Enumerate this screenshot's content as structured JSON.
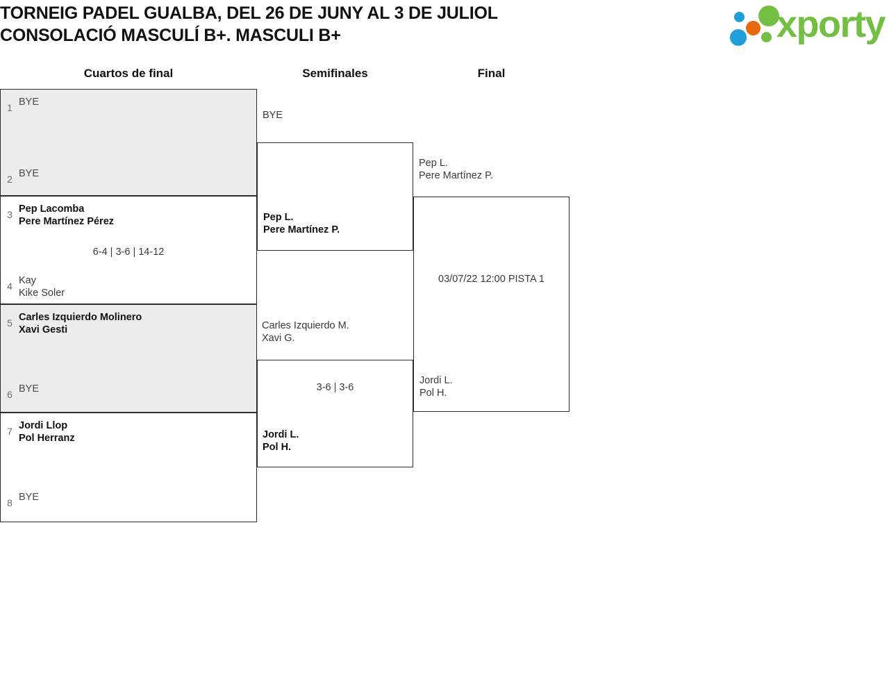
{
  "header": {
    "title_line_1": "TORNEIG PADEL GUALBA, DEL 26 DE JUNY AL 3 DE JULIOL",
    "title_line_2": "CONSOLACIÓ MASCULÍ B+. MASCULI B+",
    "logo": {
      "wordmark": "xporty",
      "colors": {
        "green": "#72bf44",
        "blue": "#1f9ed9",
        "orange": "#e8690b"
      }
    }
  },
  "rounds": [
    {
      "label": "Cuartos de final"
    },
    {
      "label": "Semifinales"
    },
    {
      "label": "Final"
    }
  ],
  "bracket": {
    "quarterfinals": [
      {
        "top": {
          "seed": "1",
          "line1": "BYE",
          "line2": "",
          "winner": false,
          "bye": true
        },
        "bottom": {
          "seed": "2",
          "line1": "BYE",
          "line2": "",
          "winner": false,
          "bye": true
        },
        "score": ""
      },
      {
        "top": {
          "seed": "3",
          "line1": "Pep Lacomba",
          "line2": "Pere Martínez Pérez",
          "winner": true,
          "bye": false
        },
        "bottom": {
          "seed": "4",
          "line1": "Kay",
          "line2": "Kike Soler",
          "winner": false,
          "bye": false
        },
        "score": "6-4 | 3-6 | 14-12"
      },
      {
        "top": {
          "seed": "5",
          "line1": "Carles Izquierdo Molinero",
          "line2": "Xavi Gesti",
          "winner": true,
          "bye": false
        },
        "bottom": {
          "seed": "6",
          "line1": "BYE",
          "line2": "",
          "winner": false,
          "bye": true
        },
        "score": ""
      },
      {
        "top": {
          "seed": "7",
          "line1": "Jordi Llop",
          "line2": "Pol Herranz",
          "winner": true,
          "bye": false
        },
        "bottom": {
          "seed": "8",
          "line1": "BYE",
          "line2": "",
          "winner": false,
          "bye": true
        },
        "score": ""
      }
    ],
    "semifinals": [
      {
        "top": {
          "line1": "BYE",
          "line2": "",
          "winner": false,
          "bye": true
        },
        "bottom": {
          "line1": "Pep L.",
          "line2": "Pere Martínez P.",
          "winner": true,
          "bye": false
        },
        "score": ""
      },
      {
        "top": {
          "line1": "Carles Izquierdo M.",
          "line2": "Xavi G.",
          "winner": false,
          "bye": false
        },
        "bottom": {
          "line1": "Jordi L.",
          "line2": "Pol H.",
          "winner": true,
          "bye": false
        },
        "score": "3-6 | 3-6"
      }
    ],
    "final": [
      {
        "top": {
          "line1": "Pep L.",
          "line2": "Pere Martínez P.",
          "winner": false,
          "bye": false
        },
        "bottom": {
          "line1": "Jordi L.",
          "line2": "Pol H.",
          "winner": false,
          "bye": false
        },
        "score": "03/07/22 12:00 PISTA 1"
      }
    ]
  }
}
